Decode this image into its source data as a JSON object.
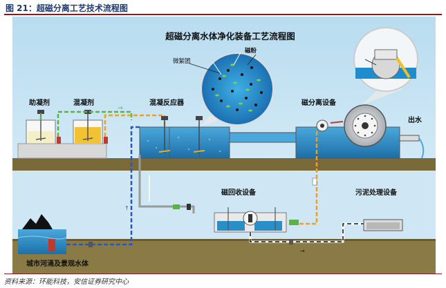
{
  "figure": {
    "title": "图 21：超磁分离工艺技术流程图",
    "source": "资料来源：环能科技，安信证券研究中心"
  },
  "diagram": {
    "heading": "超磁分离水体净化装备工艺流程图",
    "labels": {
      "coagulant": "助凝剂",
      "flocculant": "混凝剂",
      "reactor": "混凝反应器",
      "floc": "微絮团",
      "magnetic_powder": "磁粉",
      "separator": "磁分离设备",
      "outlet": "出水",
      "recovery": "磁回收设备",
      "sludge": "污泥处理设备",
      "source_water": "城市河涌及景观水体"
    }
  },
  "colors": {
    "sky": "#c9e6f5",
    "ground": "#7a6a3a",
    "water": "#2a8fc7",
    "pipe_blue": "#2b55c6",
    "pipe_orange": "#f0a020",
    "pipe_green": "#5bb24a"
  }
}
